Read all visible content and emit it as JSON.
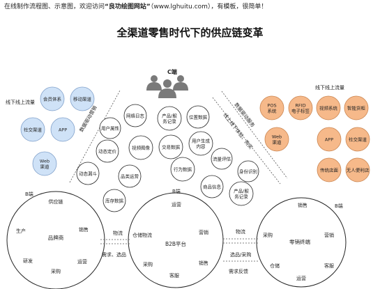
{
  "header_note": {
    "prefix": "在线制作流程图、示意图，欢迎访问",
    "site_name": "“良功绘图网站”",
    "suffix": "（www.lghuitu.com），有模板，很简单！"
  },
  "title": "全渠道零售时代下的供应链变革",
  "consumer": {
    "label": "C端"
  },
  "online_channels": {
    "caption": "线下线上流量",
    "items": [
      "会员体系",
      "移动渠道",
      "社交渠道",
      "APP",
      "Web\n渠道"
    ]
  },
  "offline_channels": {
    "caption": "线下线上流量",
    "items": [
      "POS\n系统",
      "RFID\n电子标签",
      "视频系统",
      "智能货柜",
      "Web\n渠道",
      "APP",
      "社交渠道",
      "传统店面",
      "无人便利店"
    ]
  },
  "zone_labels": {
    "left_diagonal": "数据驱动营销",
    "middle_diagonal": "线上线下体验、购买",
    "right_diagonal": "数据驱动服务"
  },
  "middle_cloud": {
    "items": [
      "网络日志",
      "产品/服\n务记录",
      "位置数据",
      "用户属性",
      "动态定价",
      "视频图像",
      "交易数据",
      "用户生成\n内容",
      "流量评估",
      "动态漏斗",
      "品类运营",
      "行为数据",
      "身份识别",
      "商品信息",
      "库存数据",
      "产品/服\n务记录"
    ]
  },
  "b_left": {
    "corner": "B端",
    "center": "品牌商",
    "items": [
      "供应链",
      "销售",
      "运营",
      "采购",
      "研发",
      "生产"
    ]
  },
  "b_middle": {
    "corner": "B端",
    "center": "B2B平台",
    "items": [
      "运营",
      "营销",
      "销售",
      "客服",
      "采购",
      "仓储物流"
    ]
  },
  "b_right": {
    "corner": "B端",
    "center": "零销终端",
    "items": [
      "销售",
      "营销",
      "客服",
      "运营",
      "仓储",
      "采购"
    ]
  },
  "flows": {
    "left": {
      "top": "物流",
      "bottom": "需求、选品"
    },
    "right": {
      "top": "物流",
      "middle": "选品/采购",
      "bottom": "需求反馈"
    }
  },
  "colors": {
    "blue_fill": "#cfe2f7",
    "blue_stroke": "#7f9fc9",
    "orange_fill": "#f6b98a",
    "orange_stroke": "#c9844f",
    "person_icon": "#7a7a7a"
  },
  "icons": {
    "consumer": "people-group-icon"
  }
}
